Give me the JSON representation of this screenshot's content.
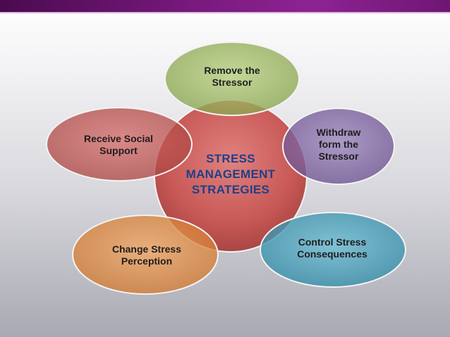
{
  "center": {
    "lines": [
      "STRESS",
      "MANAGEMENT",
      "STRATEGIES"
    ],
    "color": "#c0504d"
  },
  "nodes": [
    {
      "lines": [
        "Remove the",
        "Stressor"
      ],
      "color": "#9bbb59"
    },
    {
      "lines": [
        "Withdraw",
        "form the",
        "Stressor"
      ],
      "color": "#8064a2"
    },
    {
      "lines": [
        "Control Stress",
        "Consequences"
      ],
      "color": "#4bacc6"
    },
    {
      "lines": [
        "Change Stress",
        "Perception"
      ],
      "color": "#f79646"
    },
    {
      "lines": [
        "Receive Social",
        "Support"
      ],
      "color": "#c0504d"
    }
  ],
  "colors": {
    "top_bar": "#7a1a80",
    "center_text": "#1f3f8a",
    "node_text": "#1e1e1e"
  }
}
